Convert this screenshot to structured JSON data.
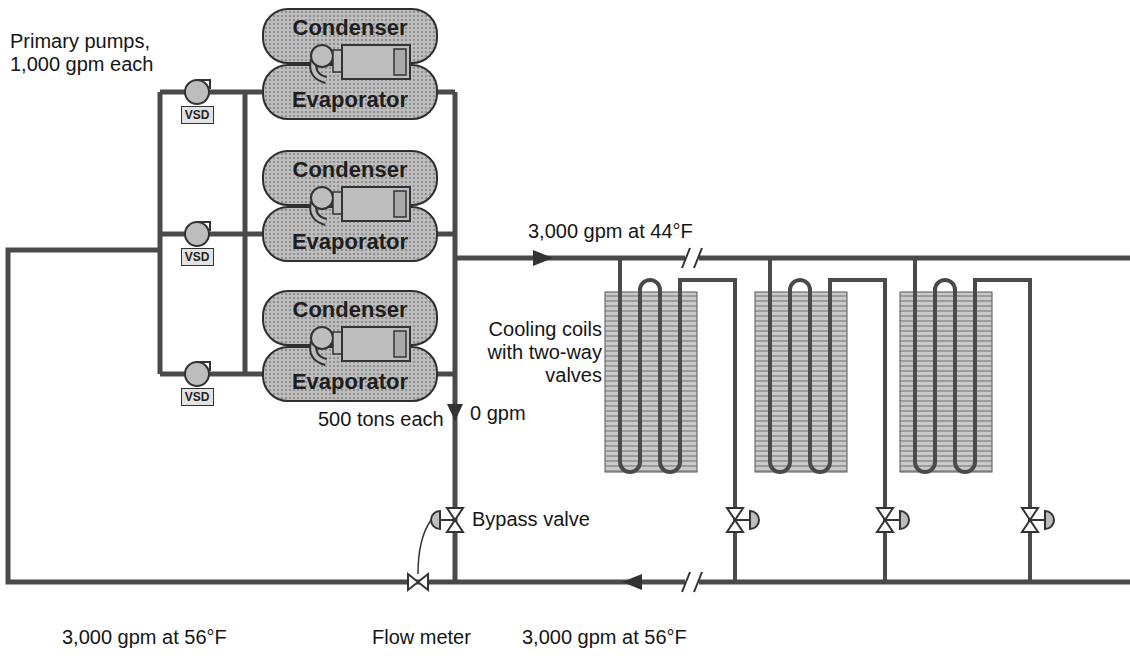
{
  "diagram": {
    "nodes": [
      {
        "text": [
          "Condenser"
        ]
      },
      {
        "text": [
          "Evaporator"
        ]
      },
      {
        "text": [
          "VSD"
        ]
      },
      {
        "text": [
          "Condenser"
        ]
      },
      {
        "text": [
          "Evaporator"
        ]
      },
      {
        "text": [
          "VSD"
        ]
      },
      {
        "text": [
          "Condenser"
        ]
      },
      {
        "text": [
          "Evaporator"
        ]
      },
      {
        "text": [
          "VSD"
        ]
      }
    ],
    "labels": [
      "Primary pumps, 1,000 gpm each",
      "3,000 gpm at 44°F",
      "Cooling coils with two-way valves",
      "0 gpm",
      "500 tons each",
      "Bypass valve",
      "3,000 gpm at 56°F",
      "Flow meter",
      "3,000 gpm at 56°F"
    ]
  }
}
